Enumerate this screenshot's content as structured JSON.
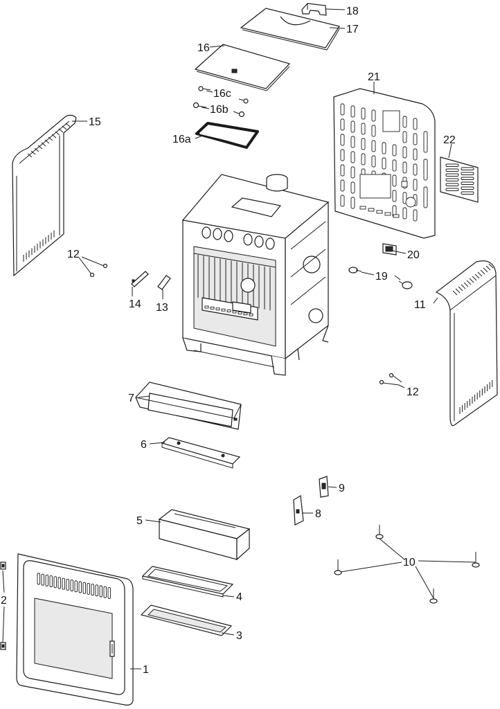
{
  "labels": [
    {
      "id": "p18",
      "text": "18"
    },
    {
      "id": "p17",
      "text": "17"
    },
    {
      "id": "p16",
      "text": "16"
    },
    {
      "id": "p16c",
      "text": "16c"
    },
    {
      "id": "p16b",
      "text": "16b"
    },
    {
      "id": "p16a",
      "text": "16a"
    },
    {
      "id": "p21",
      "text": "21"
    },
    {
      "id": "p22",
      "text": "22"
    },
    {
      "id": "p15",
      "text": "15"
    },
    {
      "id": "p12a",
      "text": "12"
    },
    {
      "id": "p12b",
      "text": "12"
    },
    {
      "id": "p14",
      "text": "14"
    },
    {
      "id": "p13",
      "text": "13"
    },
    {
      "id": "p20",
      "text": "20"
    },
    {
      "id": "p19",
      "text": "19"
    },
    {
      "id": "p11",
      "text": "11"
    },
    {
      "id": "p7",
      "text": "7"
    },
    {
      "id": "p6",
      "text": "6"
    },
    {
      "id": "p9",
      "text": "9"
    },
    {
      "id": "p8",
      "text": "8"
    },
    {
      "id": "p5",
      "text": "5"
    },
    {
      "id": "p10",
      "text": "10"
    },
    {
      "id": "p4",
      "text": "4"
    },
    {
      "id": "p3",
      "text": "3"
    },
    {
      "id": "p2",
      "text": "2"
    },
    {
      "id": "p1",
      "text": "1"
    }
  ]
}
